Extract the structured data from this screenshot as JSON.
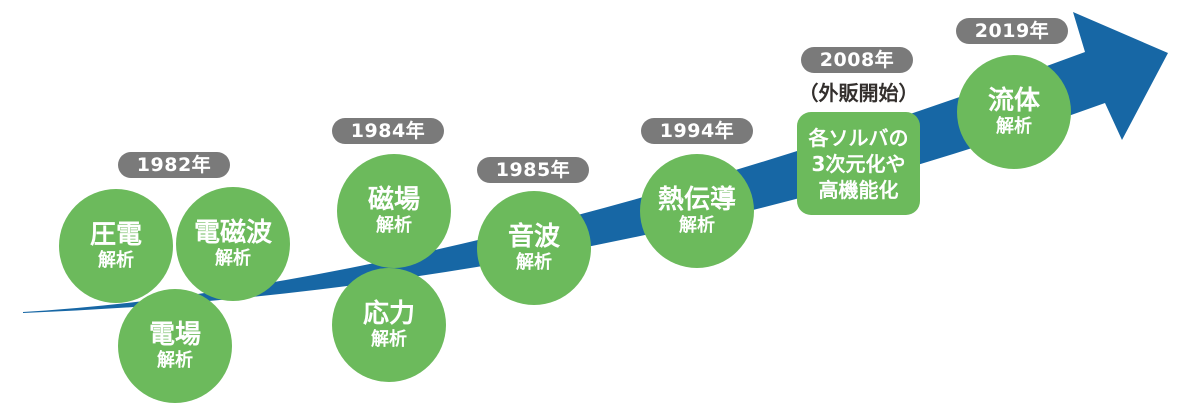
{
  "colors": {
    "accent_green": "#6cba5c",
    "arrow_blue": "#1767a5",
    "badge_gray": "#7a7a7a",
    "note_text": "#332f2d"
  },
  "timeline": {
    "events": [
      {
        "year": "1982年",
        "items": [
          {
            "title": "圧電",
            "sub": "解析"
          },
          {
            "title": "電磁波",
            "sub": "解析"
          },
          {
            "title": "電場",
            "sub": "解析"
          }
        ]
      },
      {
        "year": "1984年",
        "items": [
          {
            "title": "磁場",
            "sub": "解析"
          },
          {
            "title": "応力",
            "sub": "解析"
          }
        ]
      },
      {
        "year": "1985年",
        "items": [
          {
            "title": "音波",
            "sub": "解析"
          }
        ]
      },
      {
        "year": "1994年",
        "items": [
          {
            "title": "熱伝導",
            "sub": "解析"
          }
        ]
      },
      {
        "year": "2008年",
        "note": "（外販開始）",
        "box": {
          "line1": "各ソルバの",
          "line2": "3次元化や",
          "line3": "高機能化"
        }
      },
      {
        "year": "2019年",
        "items": [
          {
            "title": "流体",
            "sub": "解析"
          }
        ]
      }
    ]
  }
}
